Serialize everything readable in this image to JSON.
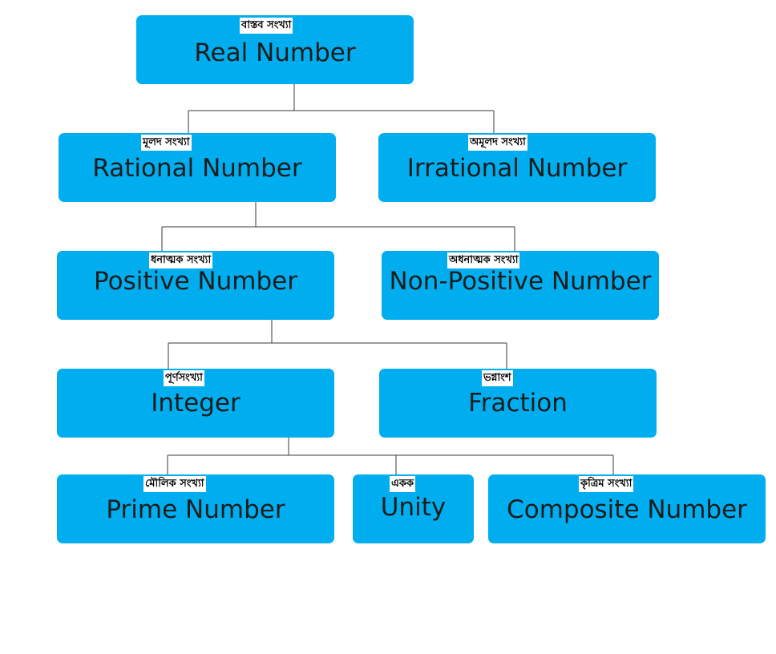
{
  "nodes": {
    "real": {
      "tag": "বাস্তব সংখ্যা",
      "label": "Real Number"
    },
    "rational": {
      "tag": "মূলদ সংখ্যা",
      "label": "Rational Number"
    },
    "irrational": {
      "tag": "অমূলদ সংখ্যা",
      "label": "Irrational Number"
    },
    "positive": {
      "tag": "ধনাত্মক সংখ্যা",
      "label": "Positive Number"
    },
    "non_positive": {
      "tag": "অধনাত্মক সংখ্যা",
      "label": "Non-Positive Number"
    },
    "integer": {
      "tag": "পূর্ণসংখ্যা",
      "label": "Integer"
    },
    "fraction": {
      "tag": "ভগ্নাংশ",
      "label": "Fraction"
    },
    "prime": {
      "tag": "মৌলিক সংখ্যা",
      "label": "Prime Number"
    },
    "unity": {
      "tag": "একক",
      "label": "Unity"
    },
    "composite": {
      "tag": "কৃত্রিম সংখ্যা",
      "label": "Composite Number"
    }
  },
  "colors": {
    "box": "#00aeef",
    "text": "#1c1c1c",
    "tag_bg": "#ffffff",
    "line": "#3a3a3a"
  }
}
